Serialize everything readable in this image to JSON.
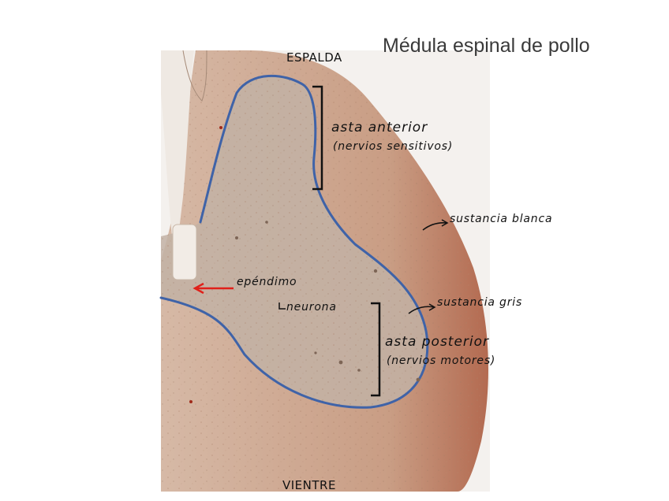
{
  "slide": {
    "title": "Médula espinal de pollo"
  },
  "labels": {
    "top": "ESPALDA",
    "bottom": "VIENTRE",
    "anterior_horn": "asta anterior",
    "anterior_horn_note": "(nervios sensitivos)",
    "white_matter": "sustancia blanca",
    "ependyma": "epéndimo",
    "neuron": "neurona",
    "gray_matter": "sustancia gris",
    "posterior_horn": "asta posterior",
    "posterior_horn_note": "(nervios motores)"
  },
  "colors": {
    "tissue": "#c9a58e",
    "tissue_edge": "#b8735a",
    "gray_matter": "#c4b3a4",
    "outline": "#3f63a8",
    "ependyma_arrow": "#e0201a",
    "ink": "#111111"
  }
}
